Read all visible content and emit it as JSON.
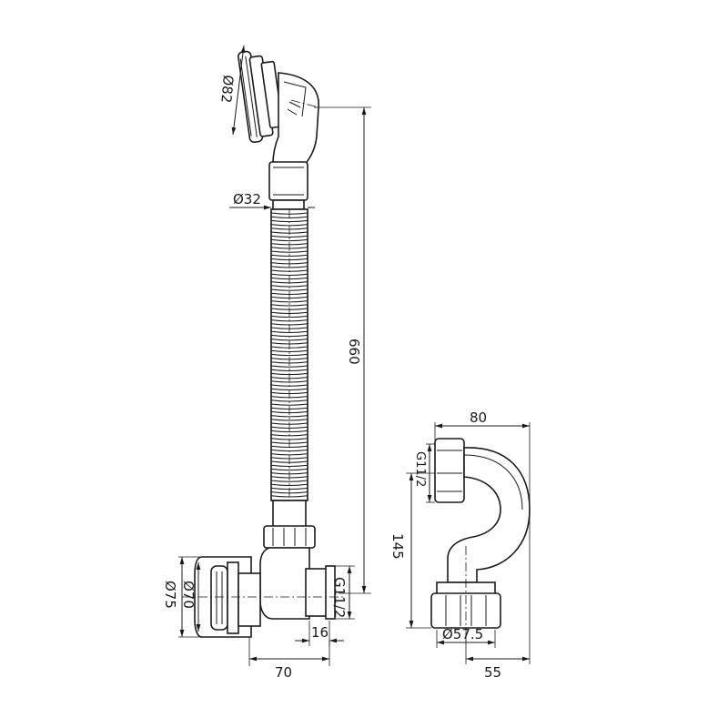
{
  "dimensions": {
    "overflow_diameter": "Ø82",
    "hose_diameter": "Ø32",
    "total_height": "660",
    "outlet_diameter_outer": "Ø75",
    "outlet_diameter_inner": "Ø70",
    "outlet_thread": "G11/2",
    "thread_length": "16",
    "outlet_width": "70",
    "trap_width": "80",
    "trap_inlet_thread": "G11/2",
    "trap_height": "145",
    "trap_outlet_diameter": "Ø57.5",
    "trap_offset": "55"
  }
}
